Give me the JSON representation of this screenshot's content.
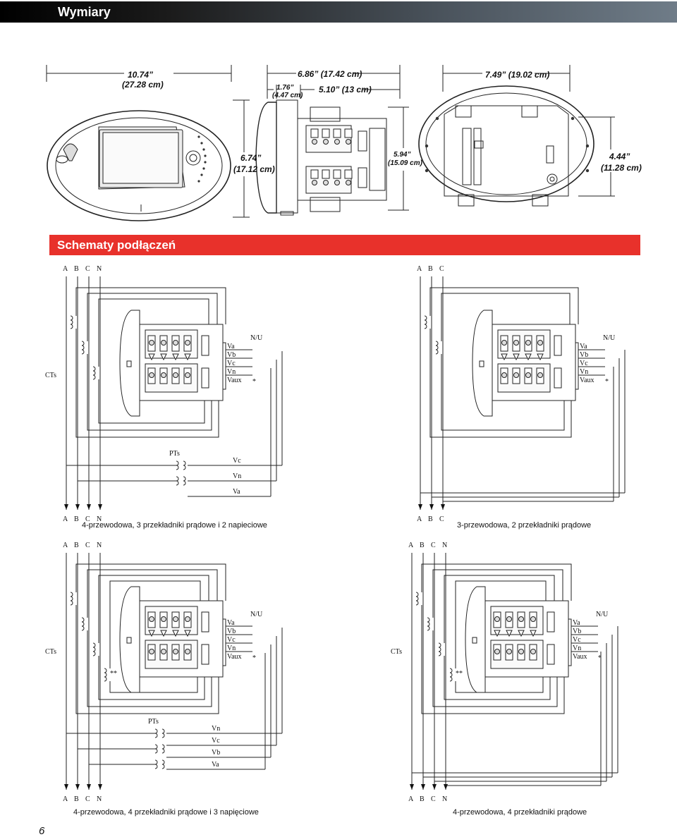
{
  "header": {
    "title": "Wymiary"
  },
  "section": {
    "title": "Schematy podłączeń"
  },
  "dimensions": {
    "front_width": "10.74”",
    "front_width_cm": "(27.28 cm)",
    "front_height": "6.74”",
    "front_height_cm": "(17.12 cm)",
    "side_depth": "6.86” (17.42 cm)",
    "side_small": "1.76”",
    "side_small_cm": "(4.47 cm)",
    "side_body": "5.10” (13 cm)",
    "side_height": "5.94”",
    "side_height_cm": "(15.09 cm)",
    "back_width": "7.49” (19.02 cm)",
    "back_height": "4.44”",
    "back_height_cm": "(11.28 cm)"
  },
  "labels": {
    "A": "A",
    "B": "B",
    "C": "C",
    "N": "N",
    "cts": "CTs",
    "pts": "PTs",
    "nu": "N/U",
    "va": "Va",
    "vb": "Vb",
    "vc": "Vc",
    "vn": "Vn",
    "vaux": "Vaux",
    "star": "*",
    "dstar": "**"
  },
  "diagrams": [
    {
      "caption": "4-przewodowa, 3 przekładniki prądowe i 2 napieciowe"
    },
    {
      "caption": "3-przewodowa, 2 przekładniki prądowe"
    },
    {
      "caption": "4-przewodowa, 4 przekładniki prądowe i 3 napięciowe"
    },
    {
      "caption": "4-przewodowa, 4 przekładniki prądowe"
    }
  ],
  "page": {
    "number": "6"
  }
}
